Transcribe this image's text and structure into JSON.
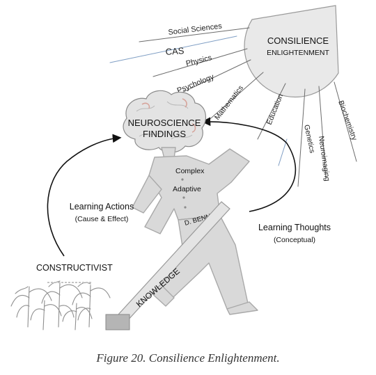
{
  "sun": {
    "title": "CONSILIENCE",
    "subtitle": "ENLIGHTENMENT"
  },
  "rays": [
    {
      "label": "Social Sciences"
    },
    {
      "label": "CAS"
    },
    {
      "label": "Physics"
    },
    {
      "label": "Psychology"
    },
    {
      "label": "Mathematics"
    },
    {
      "label": "Education"
    },
    {
      "label": "Genetics"
    },
    {
      "label": "Neuroimaging"
    },
    {
      "label": "Biochemistry"
    }
  ],
  "brain": {
    "line1": "NEUROSCIENCE",
    "line2": "FINDINGS"
  },
  "figure": {
    "shirt_word1": "Complex",
    "shirt_word2": "Adaptive",
    "name_tag": "D. BENNET",
    "hoe_label": "KNOWLEDGE"
  },
  "left_cycle": {
    "title": "Learning Actions",
    "subtitle": "(Cause & Effect)",
    "origin": "CONSTRUCTIVIST"
  },
  "right_cycle": {
    "title": "Learning Thoughts",
    "subtitle": "(Conceptual)"
  },
  "caption": "Figure 20. Consilience Enlightenment."
}
